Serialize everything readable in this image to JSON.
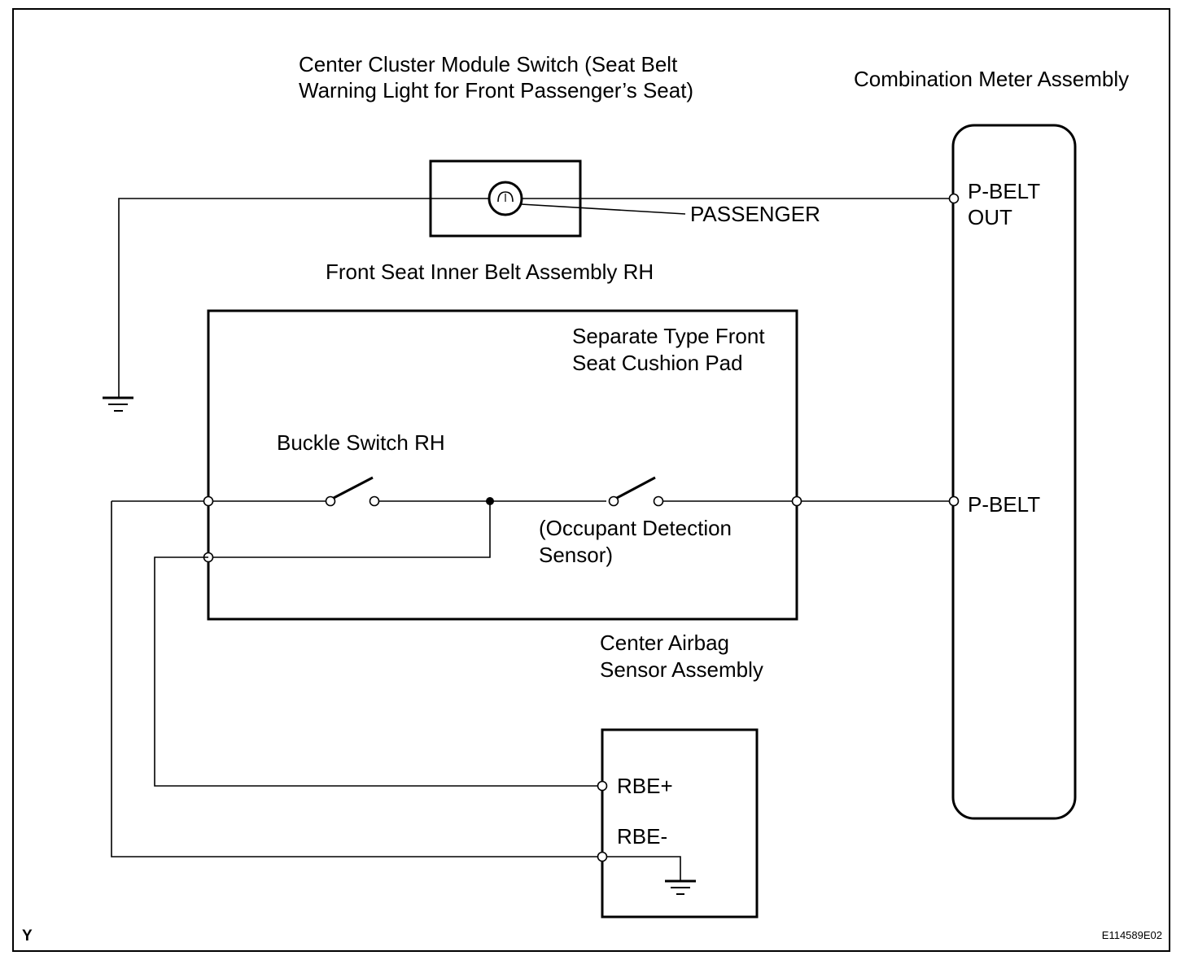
{
  "labels": {
    "cluster_switch_line1": "Center Cluster Module Switch (Seat Belt",
    "cluster_switch_line2": "Warning Light for Front Passenger’s Seat)",
    "combination_meter": "Combination Meter Assembly",
    "passenger": "PASSENGER",
    "p_belt_out_line1": "P-BELT",
    "p_belt_out_line2": "OUT",
    "front_seat_belt": "Front Seat Inner Belt Assembly RH",
    "cushion_pad_line1": "Separate Type Front",
    "cushion_pad_line2": "Seat Cushion Pad",
    "buckle_switch": "Buckle Switch RH",
    "occupant_line1": "(Occupant Detection",
    "occupant_line2": "Sensor)",
    "p_belt": "P-BELT",
    "airbag_sensor_line1": "Center Airbag",
    "airbag_sensor_line2": "Sensor Assembly",
    "rbe_plus": "RBE+",
    "rbe_minus": "RBE-",
    "corner_mark": "Y",
    "figure_code": "E114589E02"
  },
  "colors": {
    "line": "#000000",
    "background": "#ffffff"
  },
  "icons": {
    "lamp": "warning-lamp-icon",
    "ground": "ground-symbol-icon",
    "switch": "open-switch-icon"
  }
}
